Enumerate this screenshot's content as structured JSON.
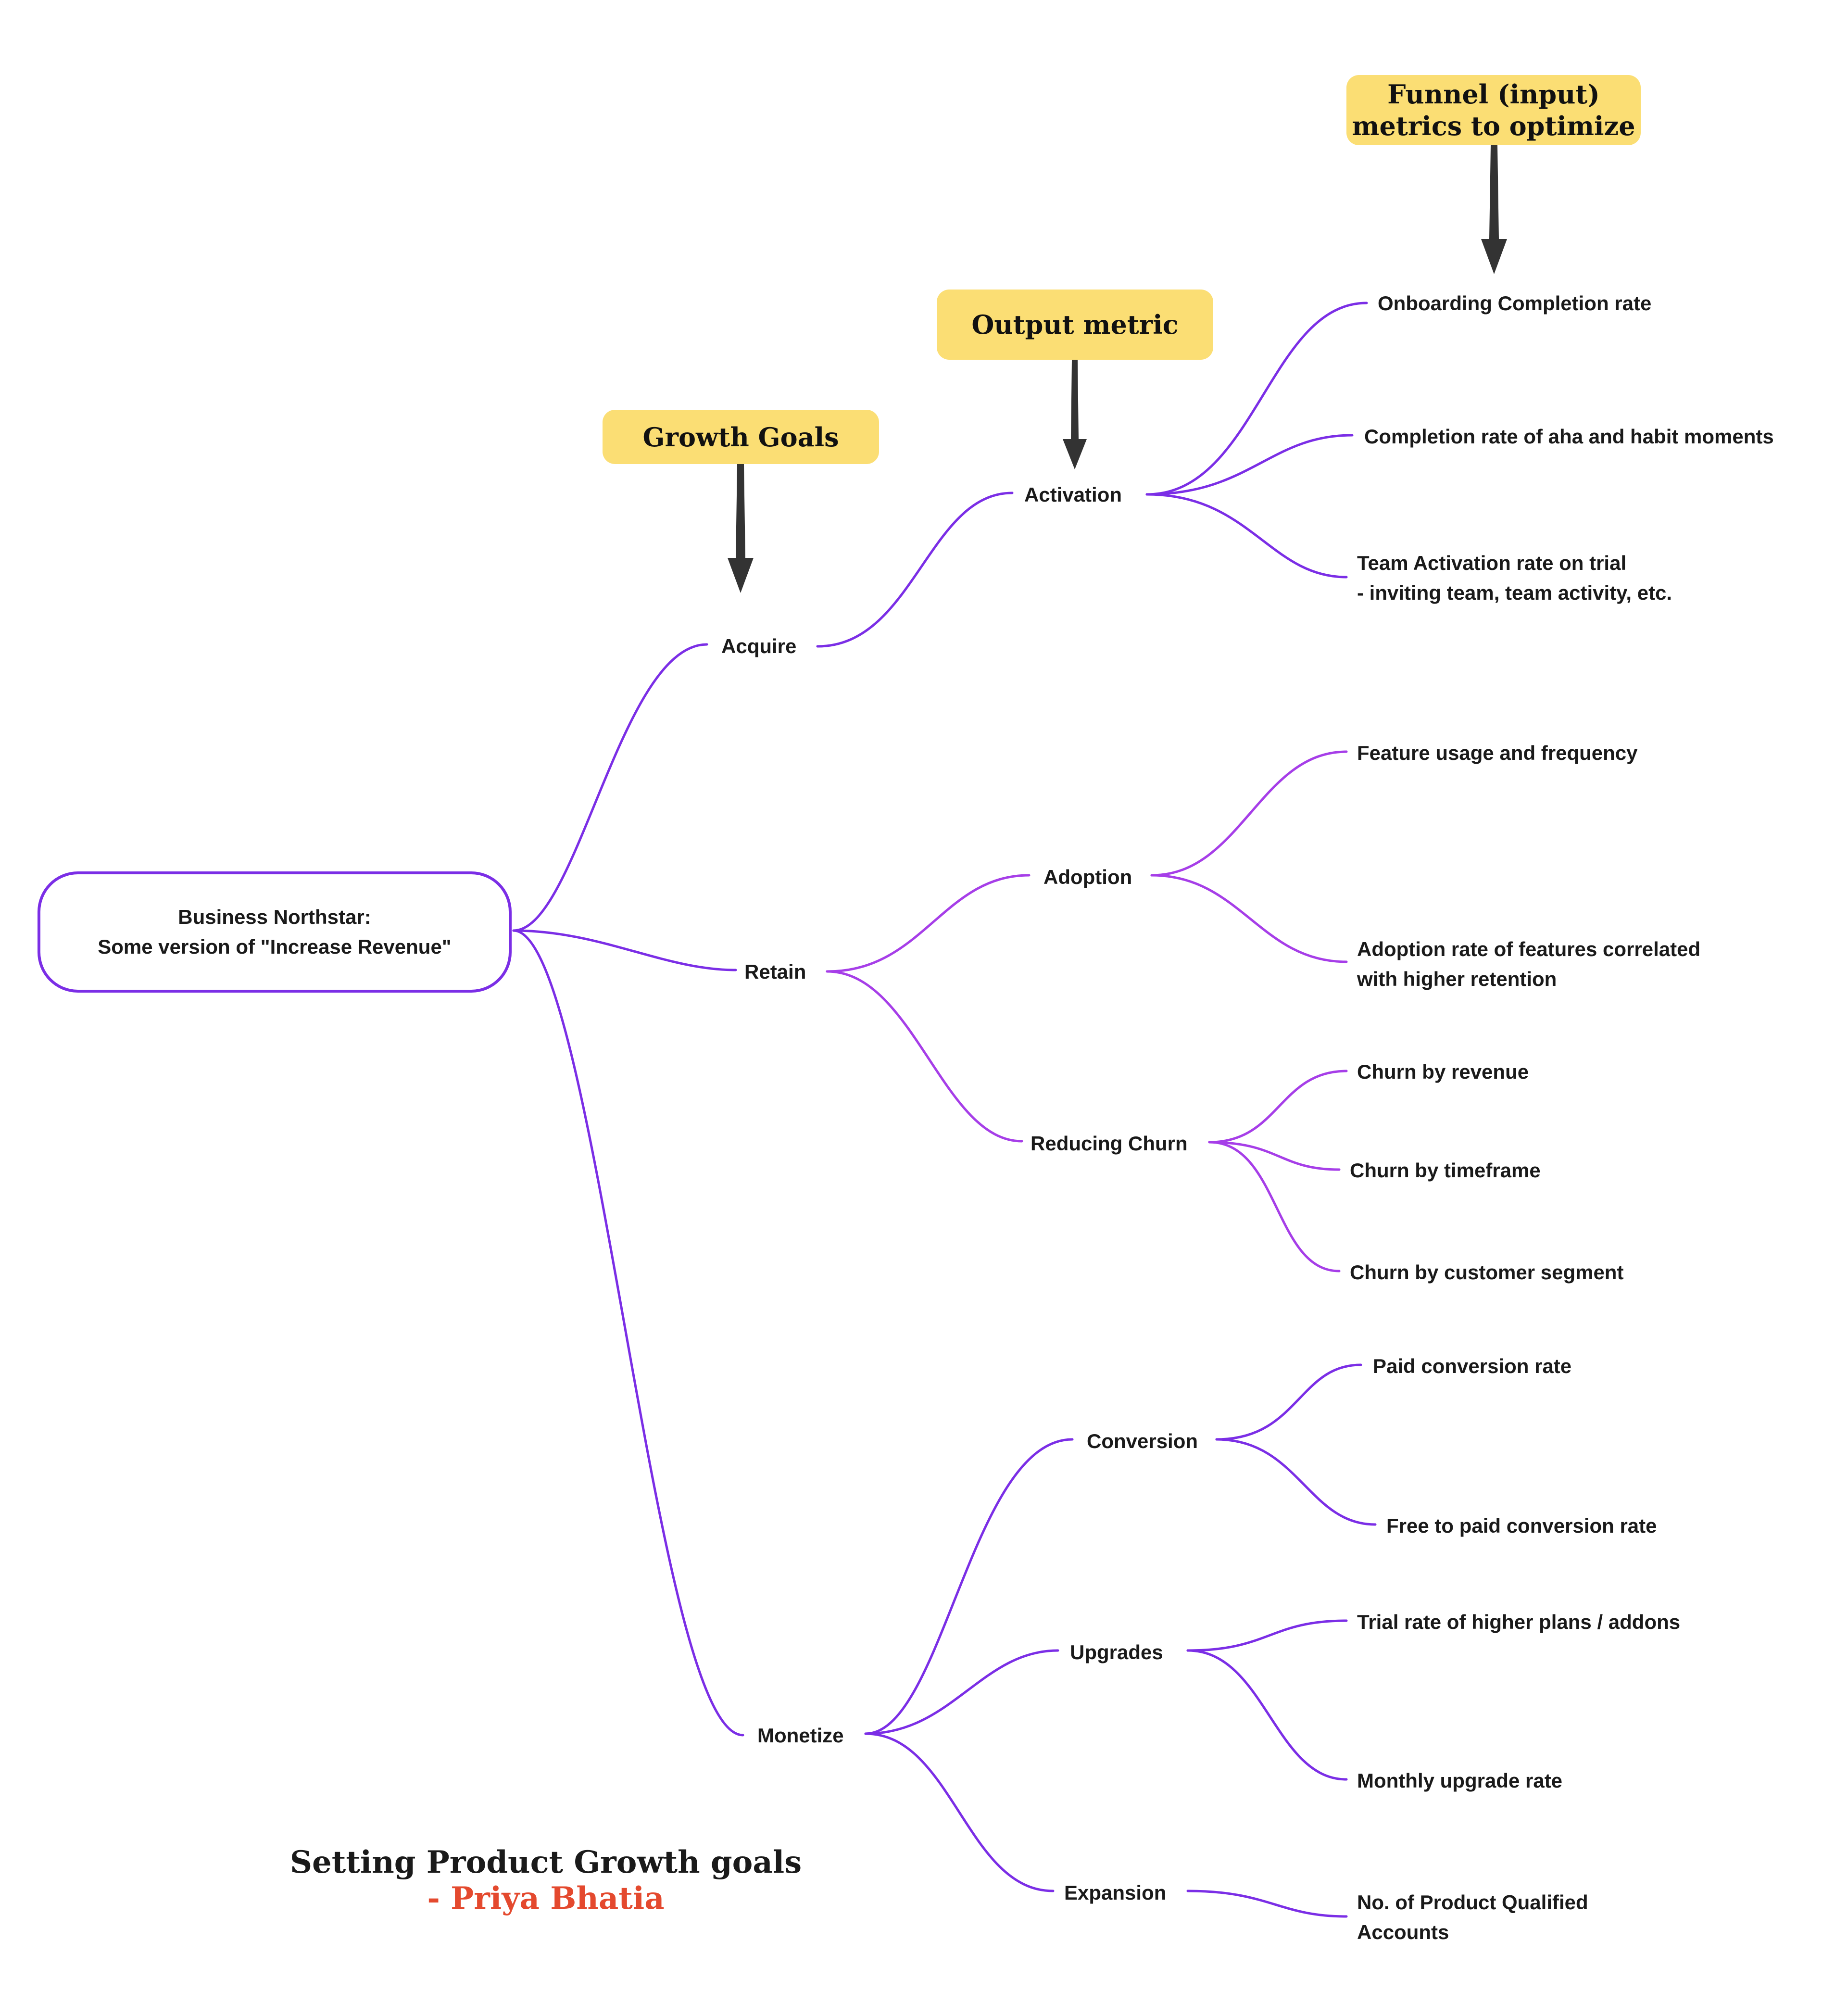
{
  "root": {
    "label": "Business Northstar:\nSome version of \"Increase Revenue\""
  },
  "callouts": {
    "growth_goals": "Growth Goals",
    "output_metric": "Output metric",
    "funnel_metrics": "Funnel (input)\nmetrics to optimize"
  },
  "goals": {
    "acquire": "Acquire",
    "retain": "Retain",
    "monetize": "Monetize"
  },
  "outputs": {
    "activation": "Activation",
    "adoption": "Adoption",
    "reducing_churn": "Reducing Churn",
    "conversion": "Conversion",
    "upgrades": "Upgrades",
    "expansion": "Expansion"
  },
  "inputs": {
    "onboarding": "Onboarding Completion rate",
    "aha_habit": "Completion rate of aha and habit moments",
    "team_activation": "Team Activation rate on trial\n- inviting team, team activity, etc.",
    "feature_usage": "Feature usage and frequency",
    "adoption_rate": "Adoption rate of features correlated\nwith higher retention",
    "churn_revenue": "Churn by revenue",
    "churn_timeframe": "Churn by timeframe",
    "churn_segment": "Churn by customer segment",
    "paid_conversion": "Paid conversion rate",
    "free_to_paid": "Free to paid conversion rate",
    "trial_higher_plans": "Trial rate of higher plans / addons",
    "monthly_upgrade": "Monthly upgrade rate",
    "pqa": "No. of Product Qualified\nAccounts"
  },
  "footer": {
    "title": "Setting Product Growth goals",
    "author": "- Priya Bhatia"
  },
  "colors": {
    "primary_link": "#7b2ee6",
    "retain_link": "#a63ee8",
    "callout_fill": "#fbde74",
    "arrow": "#333333",
    "author": "#e4492e"
  }
}
